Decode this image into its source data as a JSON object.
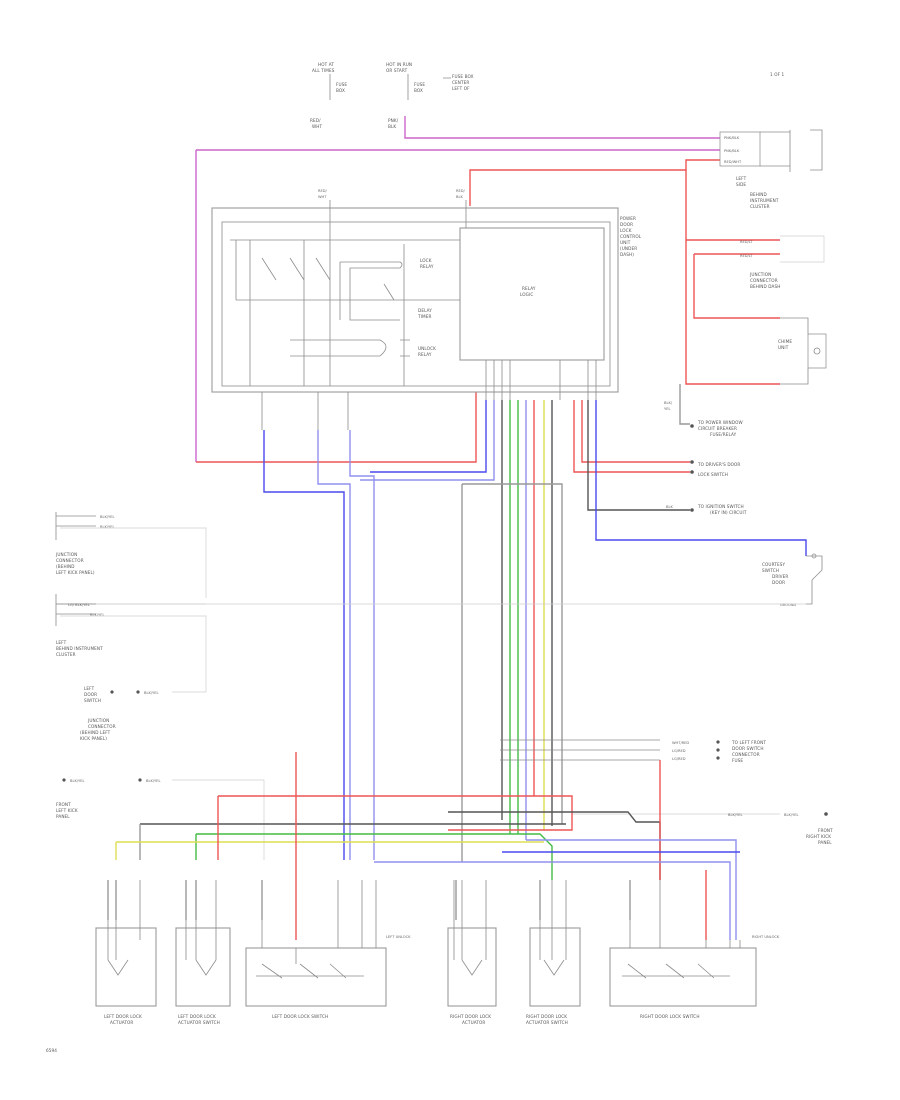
{
  "diagram": {
    "corner_label": "1 OF 1",
    "page_code": "6594",
    "colors": {
      "pink": "#cc66cc",
      "red": "#ee5555",
      "blue": "#4a4aee",
      "green": "#44bb44",
      "yellow": "#dddd55",
      "black": "#555555",
      "gray": "#999999",
      "violet": "#9090ee"
    },
    "top": {
      "fuse_left": [
        "HOT AT",
        "ALL TIMES",
        "FUSE",
        "BOX"
      ],
      "fuse_right": [
        "HOT IN RUN",
        "OR START",
        "FUSE",
        "BOX"
      ],
      "fuse_right_note": [
        "FUSE BOX",
        "CENTER",
        "LEFT OF"
      ],
      "wire_left": [
        "RED/",
        "WHT"
      ],
      "wire_right": [
        "PNK/",
        "BLK"
      ]
    },
    "module": {
      "label": [
        "POWER",
        "DOOR",
        "LOCK",
        "CONTROL",
        "UNIT",
        "(UNDER",
        "DASH)"
      ],
      "relay": [
        "RELAY",
        "LOGIC"
      ],
      "lock": [
        "LOCK",
        "RELAY"
      ],
      "unlock": [
        "UNLOCK",
        "RELAY"
      ],
      "delay": [
        "DELAY",
        "TIMER"
      ]
    },
    "right": {
      "cluster_top": [
        "LEFT",
        "SIDE",
        "BEHIND",
        "INSTRUMENT",
        "CLUSTER"
      ],
      "junction": [
        "JUNCTION",
        "CONNECTOR",
        "BEHIND DASH"
      ],
      "chime": [
        "CHIME",
        "UNIT"
      ],
      "power_window": [
        "TO POWER WINDOW",
        "CIRCUIT BREAKER",
        "FUSE/RELAY"
      ],
      "driver_switch": [
        "TO DRIVER'S DOOR",
        "LOCK SWITCH"
      ],
      "ignition_switch": [
        "TO IGNITION SWITCH",
        "(KEY IN) CIRCUIT"
      ],
      "courtesy": [
        "COURTESY",
        "SWITCH",
        "DRIVER",
        "DOOR"
      ],
      "ground": "GROUND"
    },
    "left": {
      "junction": [
        "JUNCTION",
        "CONNECTOR",
        "(BEHIND",
        "LEFT KICK PANEL)"
      ],
      "cluster": [
        "LEFT",
        "BEHIND INSTRUMENT",
        "CLUSTER"
      ],
      "door_switch": [
        "LEFT",
        "DOOR",
        "SWITCH"
      ],
      "connector": [
        "JUNCTION",
        "CONNECTOR",
        "(BEHIND LEFT",
        "KICK PANEL)"
      ],
      "front_panel": [
        "FRONT",
        "LEFT KICK",
        "PANEL"
      ]
    },
    "bottom": {
      "right_block": [
        "TO LEFT FRONT",
        "DOOR SWITCH",
        "CONNECTOR",
        "FUSE"
      ],
      "kick_panel_right": [
        "FRONT",
        "RIGHT KICK",
        "PANEL"
      ],
      "unlock_left": [
        "LEFT UNLOCK"
      ],
      "unlock_right": [
        "RIGHT UNLOCK"
      ],
      "actuators": [
        [
          "LEFT DOOR LOCK",
          "ACTUATOR"
        ],
        [
          "LEFT DOOR LOCK",
          "ACTUATOR SWITCH"
        ],
        [
          "LEFT DOOR LOCK SWITCH"
        ],
        [
          "RIGHT DOOR LOCK",
          "ACTUATOR"
        ],
        [
          "RIGHT DOOR LOCK",
          "ACTUATOR SWITCH"
        ],
        [
          "RIGHT DOOR LOCK SWITCH"
        ]
      ]
    }
  }
}
